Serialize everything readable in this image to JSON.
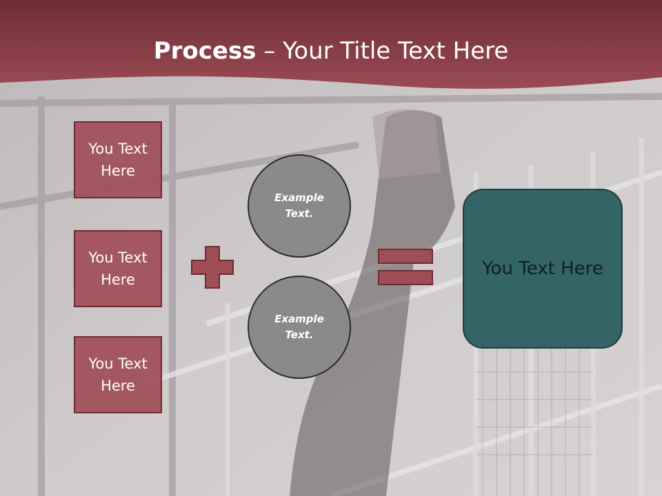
{
  "slide": {
    "title_bold": "Process",
    "title_rest": " – Your Title Text Here",
    "left_boxes": [
      {
        "label": "You Text Here"
      },
      {
        "label": "You Text Here"
      },
      {
        "label": "You Text Here"
      }
    ],
    "circles": [
      {
        "label": "Example Text."
      },
      {
        "label": "Example Text."
      }
    ],
    "result": {
      "label": "You Text Here"
    },
    "colors": {
      "header": "#8c3f48",
      "box_fill": "#a04e56",
      "circle_fill": "#8a8a8a",
      "result_fill": "#346466"
    },
    "icons": {
      "plus": "plus-icon",
      "equals": "equals-icon"
    }
  }
}
